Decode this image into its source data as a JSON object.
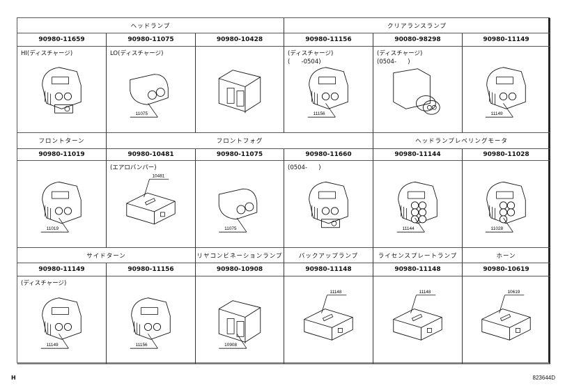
{
  "rows": [
    {
      "groups": [
        {
          "label": "ヘッドランプ",
          "span": 3
        },
        {
          "label": "クリアランスランプ",
          "span": 3
        }
      ],
      "cells": [
        {
          "part_no": "90980-11659",
          "note": "HI(ディスチャージ)",
          "callout": "",
          "icon": "connector-2pin-latch-icon"
        },
        {
          "part_no": "90980-11075",
          "note": "LO(ディスチャージ)",
          "callout": "11075",
          "icon": "connector-cylindrical-2pin-icon"
        },
        {
          "part_no": "90980-10428",
          "note": "",
          "callout": "",
          "icon": "connector-box-multipin-icon"
        },
        {
          "part_no": "90980-11156",
          "note": "(ディスチャージ)\n(      -0504)",
          "callout": "11156",
          "icon": "connector-2pin-round-icon"
        },
        {
          "part_no": "90080-98298",
          "note": "(ディスチャージ)\n(0504-      )",
          "callout": "",
          "icon": "connector-sealed-2pin-icon"
        },
        {
          "part_no": "90980-11149",
          "note": "",
          "callout": "11149",
          "icon": "connector-2pin-round-icon"
        }
      ]
    },
    {
      "groups": [
        {
          "label": "フロントターン",
          "span": 1
        },
        {
          "label": "フロントフォグ",
          "span": 3
        },
        {
          "label": "ヘッドランプレベリングモータ",
          "span": 2
        }
      ],
      "cells": [
        {
          "part_no": "90980-11019",
          "note": "",
          "callout": "11019",
          "icon": "connector-2pin-round-icon"
        },
        {
          "part_no": "90980-10481",
          "note": "(エアロバンパー)",
          "callout": "10481",
          "icon": "connector-flat-multipin-icon"
        },
        {
          "part_no": "90980-11075",
          "note": "",
          "callout": "11075",
          "icon": "connector-cylindrical-2pin-icon"
        },
        {
          "part_no": "90980-11660",
          "note": "(0504-      )",
          "callout": "",
          "icon": "connector-2pin-latch-icon"
        },
        {
          "part_no": "90980-11144",
          "note": "",
          "callout": "11144",
          "icon": "connector-6pin-round-icon"
        },
        {
          "part_no": "90980-11028",
          "note": "",
          "callout": "11028",
          "icon": "connector-5pin-round-icon"
        }
      ]
    },
    {
      "groups": [
        {
          "label": "サイドターン",
          "span": 2
        },
        {
          "label": "リヤコンビネーションランプ",
          "span": 1
        },
        {
          "label": "バックアップランプ",
          "span": 1
        },
        {
          "label": "ライセンスプレートランプ",
          "span": 1
        },
        {
          "label": "ホーン",
          "span": 1
        }
      ],
      "cells": [
        {
          "part_no": "90980-11149",
          "note": "(ディスチャージ)",
          "callout": "11149",
          "icon": "connector-2pin-round-icon"
        },
        {
          "part_no": "90980-11156",
          "note": "",
          "callout": "11156",
          "icon": "connector-2pin-round-icon"
        },
        {
          "part_no": "90980-10908",
          "note": "",
          "callout": "10908",
          "icon": "connector-3pin-box-icon"
        },
        {
          "part_no": "90980-11148",
          "note": "",
          "callout": "11148",
          "icon": "connector-flat-2pin-icon"
        },
        {
          "part_no": "90980-11148",
          "note": "",
          "callout": "11148",
          "icon": "connector-flat-2pin-icon"
        },
        {
          "part_no": "90980-10619",
          "note": "",
          "callout": "10619",
          "icon": "connector-flat-1pin-icon"
        }
      ]
    }
  ],
  "footer": {
    "left": "H",
    "right": "823644D"
  }
}
